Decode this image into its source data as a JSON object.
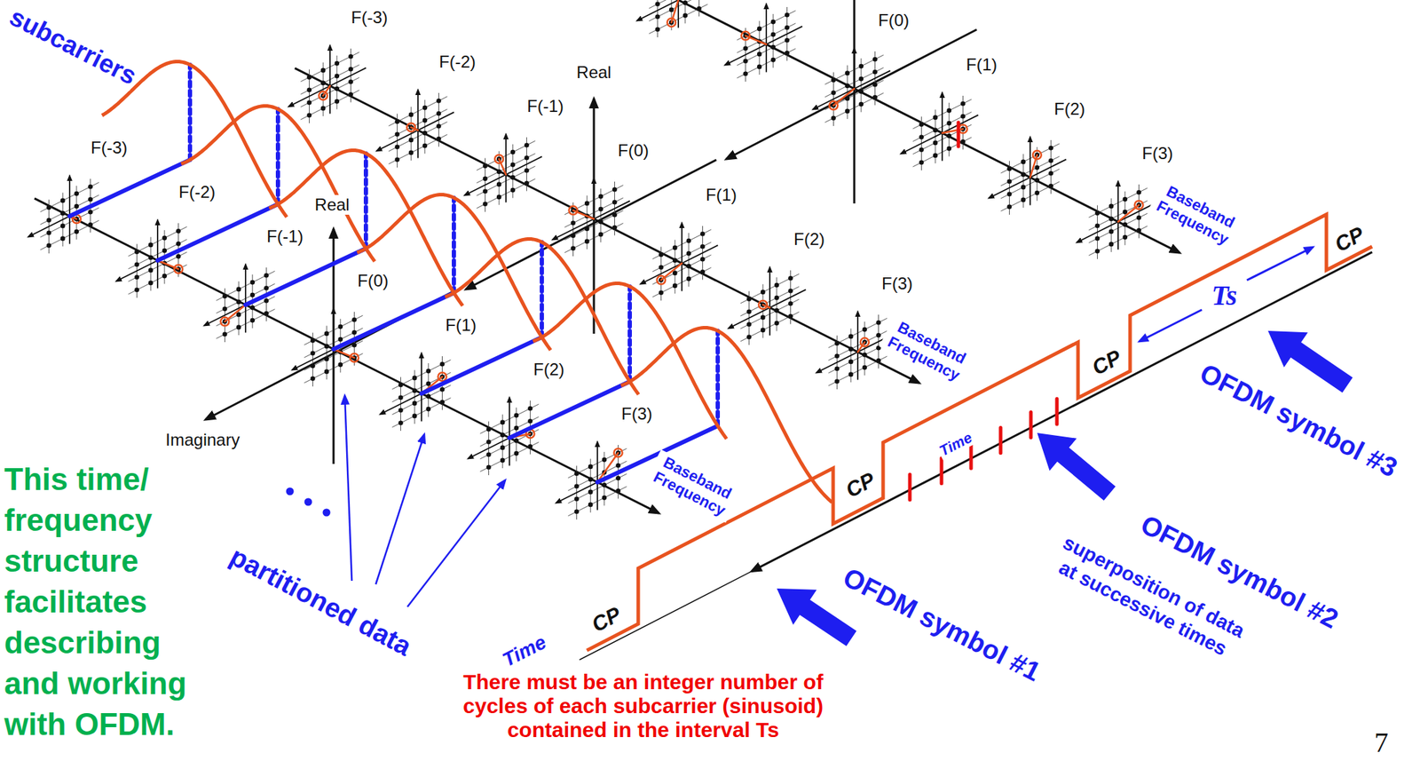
{
  "diagram": {
    "labels": [
      "subcarriers",
      "F(-3)",
      "F(-2)",
      "F(-1)",
      "F(0)",
      "F(1)",
      "F(2)",
      "F(3)",
      "F(0)",
      "F(1)",
      "F(2)",
      "F(3)",
      "F(-3)",
      "F(-2)",
      "F(-1)",
      "F(0)",
      "F(1)",
      "F(2)",
      "F(3)",
      "Real",
      "Real",
      "Imaginary",
      "Baseband Frequency",
      "Baseband Frequency",
      "Baseband Frequency",
      "Time",
      "Time",
      "CP",
      "CP",
      "CP",
      "CP",
      "Ts",
      "OFDM symbol #3",
      "OFDM symbol #2",
      "OFDM symbol #1",
      "superposition of data at successive times",
      "partitioned data",
      "This time/ frequency structure facilitates describing and working with OFDM.",
      "There must be an integer number of cycles of each subcarrier (sinusoid) contained in the interval Ts",
      "7"
    ]
  }
}
